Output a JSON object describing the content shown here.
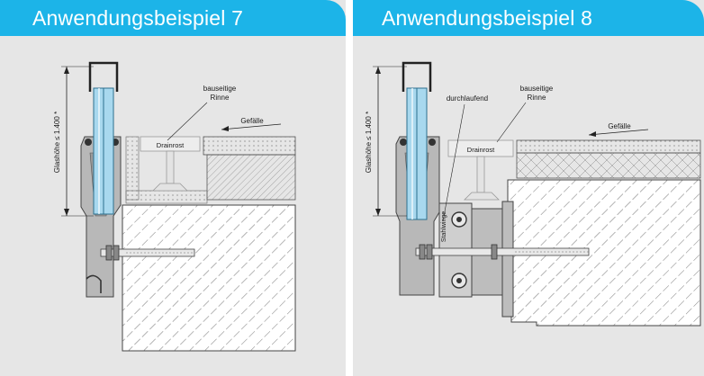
{
  "left": {
    "title": "Anwendungsbeispiel 7",
    "labels": {
      "glass_height": "Glashöhe ≤ 1.400 *",
      "channel_line1": "bauseitige",
      "channel_line2": "Rinne",
      "slope": "Gefälle",
      "drain": "Drainrost"
    }
  },
  "right": {
    "title": "Anwendungsbeispiel 8",
    "labels": {
      "glass_height": "Glashöhe ≤ 1.400 *",
      "continuous": "durchlaufend",
      "channel_line1": "bauseitige",
      "channel_line2": "Rinne",
      "slope": "Gefälle",
      "drain": "Drainrost",
      "tee_profile": "Stahlwinge"
    }
  },
  "colors": {
    "header": "#1cb4e8",
    "panel_bg": "#e6e6e6",
    "glass": "#a8d8ee",
    "profile": "#b8b8b8",
    "concrete": "#ffffff"
  }
}
